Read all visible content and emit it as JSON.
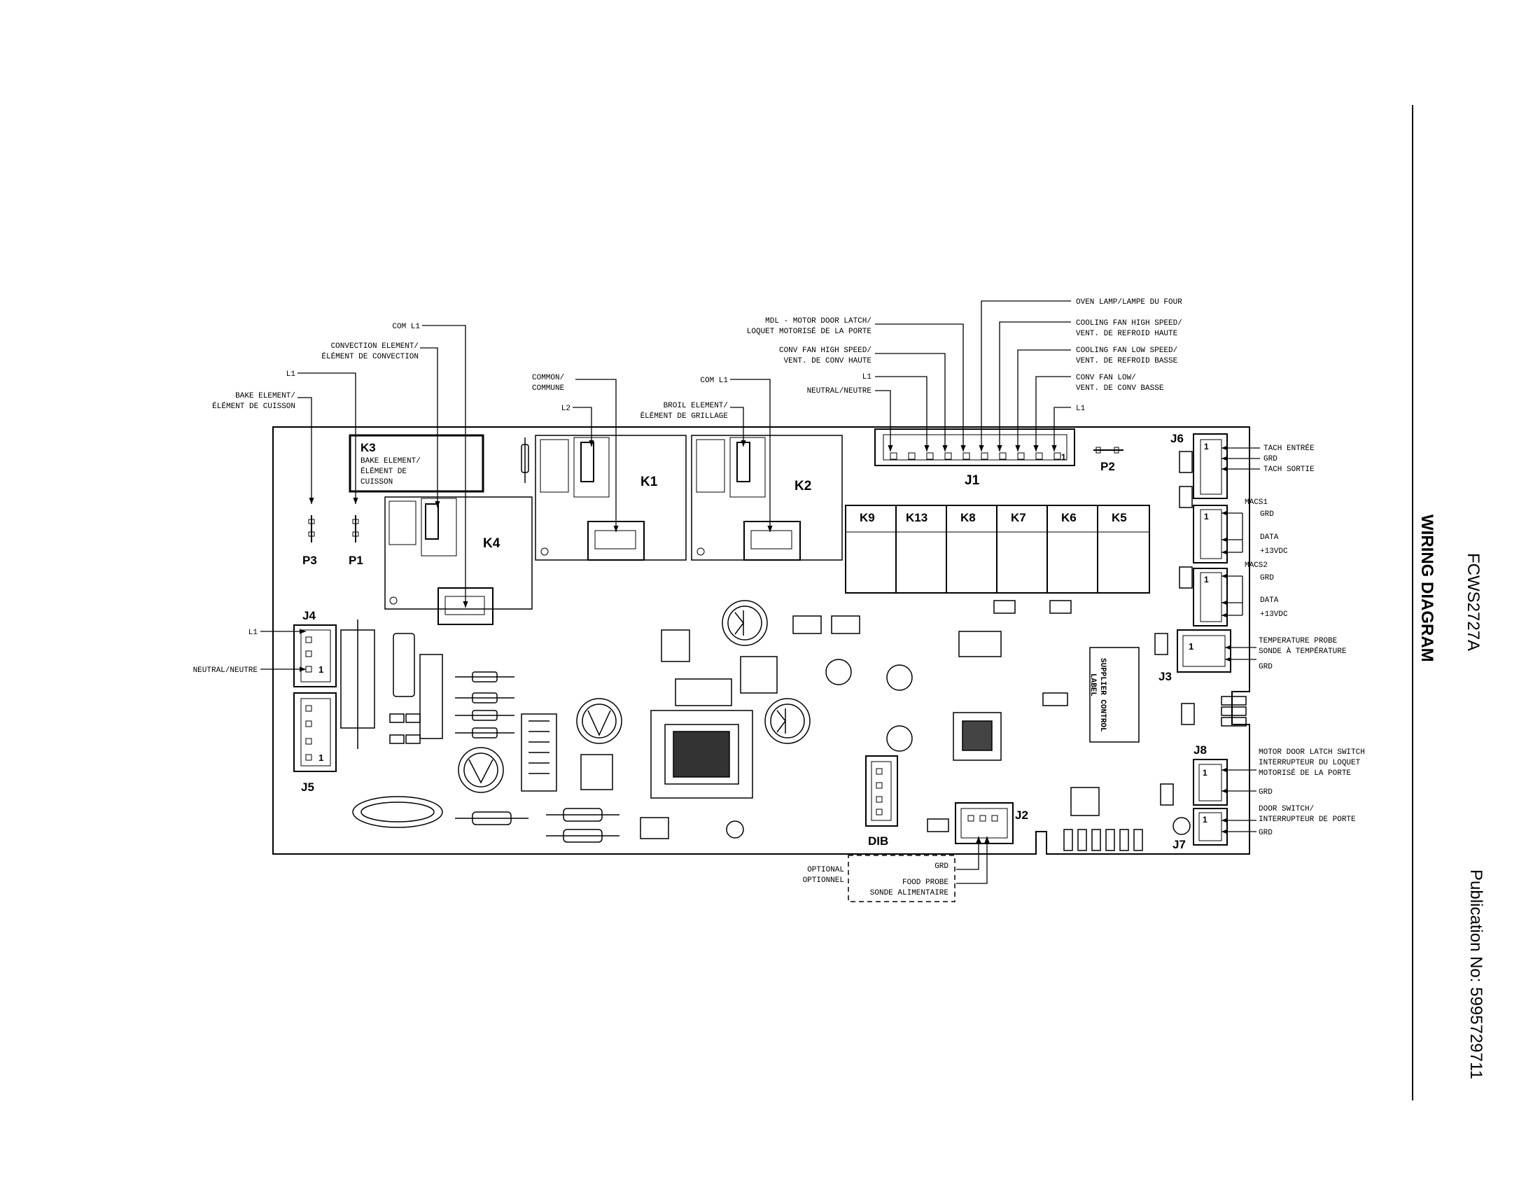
{
  "side": {
    "model": "FCWS2727A",
    "title": "WIRING DIAGRAM",
    "publication": "Publication No: 5995729711"
  },
  "relays": {
    "k3": {
      "name": "K3",
      "desc": [
        "BAKE ELEMENT/",
        "ÉLÉMENT DE",
        "CUISSON"
      ]
    },
    "k4": "K4",
    "k1": "K1",
    "k2": "K2",
    "row": [
      "K9",
      "K13",
      "K8",
      "K7",
      "K6",
      "K5"
    ]
  },
  "connectors": {
    "p3": "P3",
    "p1": "P1",
    "p2": "P2",
    "j1": "J1",
    "j2": "J2",
    "j3": "J3",
    "j4": "J4",
    "j5": "J5",
    "j6": "J6",
    "j7": "J7",
    "j8": "J8",
    "dib": "DIB",
    "pin1": "1"
  },
  "supplier_label": [
    "SUPPLIER CONTROL",
    "LABEL"
  ],
  "left_labels": {
    "com_l1_a": "COM L1",
    "convection": [
      "CONVECTION ELEMENT/",
      "ÉLÉMENT DE CONVECTION"
    ],
    "l1_a": "L1",
    "bake": [
      "BAKE ELEMENT/",
      "ÉLÉMENT DE CUISSON"
    ],
    "j4_l1": "L1",
    "j4_neutral": "NEUTRAL/NEUTRE"
  },
  "mid_labels": {
    "common": [
      "COMMON/",
      "COMMUNE"
    ],
    "l2": "L2",
    "com_l1_b": "COM L1",
    "broil": [
      "BROIL ELEMENT/",
      "ÉLÉMENT DE GRILLAGE"
    ]
  },
  "j1_labels": {
    "mdl": [
      "MDL - MOTOR DOOR LATCH/",
      "LOQUET MOTORISÉ DE LA PORTE"
    ],
    "conv_high": [
      "CONV FAN HIGH SPEED/",
      "VENT. DE CONV HAUTE"
    ],
    "l1": "L1",
    "neutral": "NEUTRAL/NEUTRE",
    "oven_lamp": "OVEN LAMP/LAMPE DU FOUR",
    "cool_high": [
      "COOLING FAN HIGH SPEED/",
      "VENT. DE REFROID HAUTE"
    ],
    "cool_low": [
      "COOLING FAN LOW SPEED/",
      "VENT. DE REFROID BASSE"
    ],
    "conv_low": [
      "CONV FAN LOW/",
      "VENT. DE CONV BASSE"
    ],
    "l1_right": "L1"
  },
  "right_labels": {
    "j6": [
      "TACH ENTRÉE",
      "GRD",
      "TACH SORTIE"
    ],
    "macs1": [
      "MACS1",
      "GRD",
      "DATA",
      "+13VDC"
    ],
    "macs2": [
      "MACS2",
      "GRD",
      "DATA",
      "+13VDC"
    ],
    "j3": [
      "TEMPERATURE PROBE",
      "SONDE À TEMPÉRATURE",
      "GRD"
    ],
    "j8": [
      "MOTOR DOOR LATCH SWITCH",
      "INTERRUPTEUR DU LOQUET",
      "MOTORISÉ DE LA PORTE",
      "GRD"
    ],
    "j7": [
      "DOOR SWITCH/",
      "INTERRUPTEUR DE PORTE",
      "GRD"
    ]
  },
  "bottom_labels": {
    "optional": [
      "OPTIONAL",
      "OPTIONNEL"
    ],
    "grd": "GRD",
    "food_probe": [
      "FOOD PROBE",
      "SONDE ALIMENTAIRE"
    ]
  }
}
